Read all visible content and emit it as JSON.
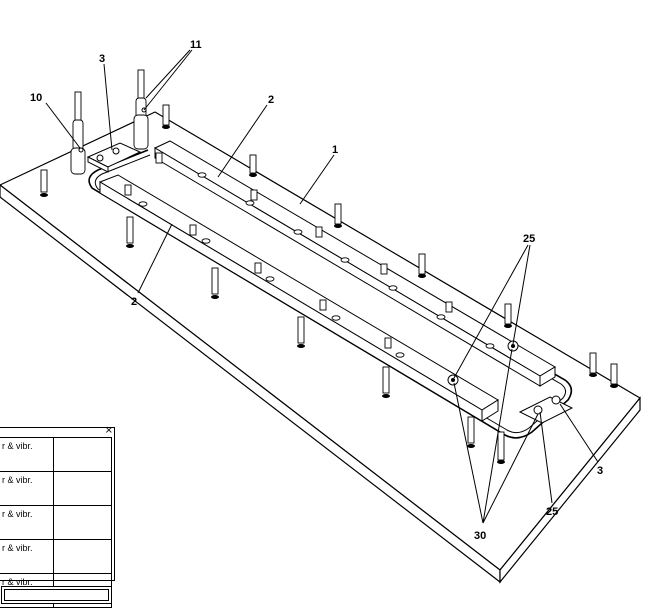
{
  "callouts": {
    "c10": "10",
    "c3_top": "3",
    "c11": "11",
    "c2_top": "2",
    "c1": "1",
    "c25_right": "25",
    "c2_left": "2",
    "c3_right": "3",
    "c25_bottom": "25",
    "c30": "30"
  },
  "panel": {
    "rows": [
      {
        "label": "r & vibr.",
        "value": ""
      },
      {
        "label": "r & vibr.",
        "value": ""
      },
      {
        "label": "r & vibr.",
        "value": ""
      },
      {
        "label": "r & vibr.",
        "value": ""
      },
      {
        "label": "r & vibr.",
        "value": ""
      }
    ],
    "close_glyph": "×"
  }
}
